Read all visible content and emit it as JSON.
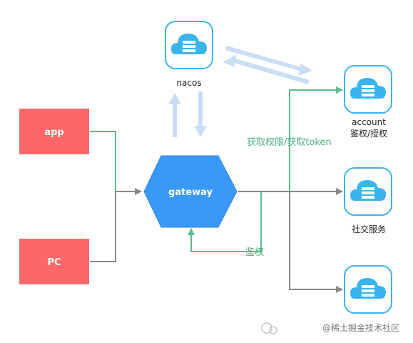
{
  "nodes": {
    "app": {
      "label": "app"
    },
    "pc": {
      "label": "PC"
    },
    "gateway": {
      "label": "gateway"
    },
    "nacos": {
      "label": "nacos"
    },
    "account": {
      "label_line1": "account",
      "label_line2": "鉴权/授权"
    },
    "social": {
      "label": "社交服务"
    },
    "service3": {
      "label": ""
    }
  },
  "edges": {
    "fetch_label": "获取权限/获取token",
    "auth_label": "鉴权"
  },
  "watermark": {
    "text": "@稀土掘金技术社区"
  },
  "colors": {
    "red_box": "#fc6868",
    "gateway_blue": "#3a99f6",
    "cloud_border": "#3bb4ee",
    "green_line": "#5bbd8a",
    "gray_line": "#888888",
    "light_arrow": "#c9def5"
  }
}
